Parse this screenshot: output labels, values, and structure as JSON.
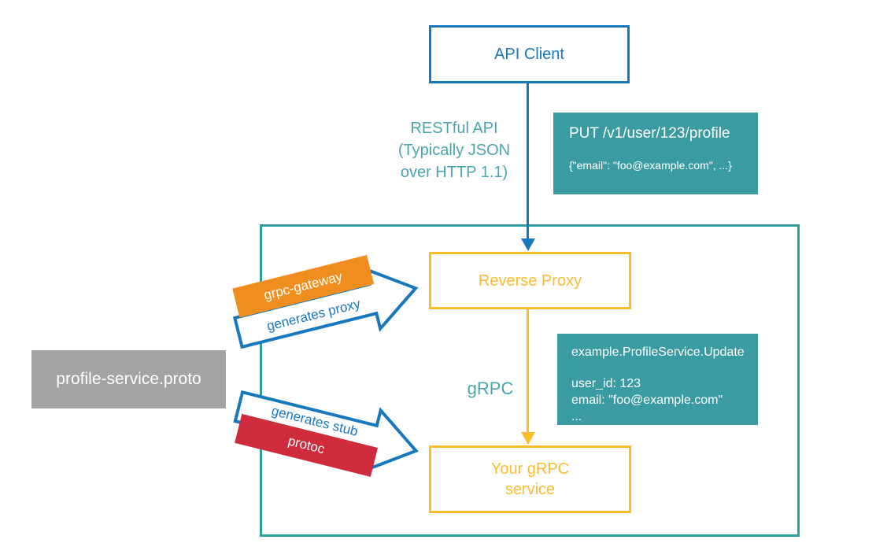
{
  "diagram": {
    "nodes": {
      "api_client": {
        "label": "API Client"
      },
      "reverse_proxy": {
        "label": "Reverse Proxy"
      },
      "your_grpc_service": {
        "lines": [
          "Your gRPC",
          "service"
        ]
      },
      "proto_file": {
        "label": "profile-service.proto"
      }
    },
    "labels": {
      "restful_api": {
        "lines": [
          "RESTful API",
          "(Typically JSON",
          "over HTTP 1.1)"
        ]
      },
      "grpc": "gRPC"
    },
    "messages": {
      "rest_request": {
        "title": "PUT /v1/user/123/profile",
        "body": "{\"email\": \"foo@example.com\", ...}"
      },
      "grpc_request": {
        "title": "example.ProfileService.Update",
        "lines": [
          "user_id: 123",
          "email: \"foo@example.com\"",
          "..."
        ]
      }
    },
    "generators": {
      "gateway": {
        "tool": "grpc-gateway",
        "action": "generates proxy"
      },
      "protoc": {
        "tool": "protoc",
        "action": "generates stub"
      }
    },
    "colors": {
      "blue": "#1878BE",
      "teal_fill": "#3A9CA2",
      "teal_border": "#2F9F9E",
      "teal_text": "#4AA5AE",
      "yellow": "#FBBD2B",
      "orange": "#EF8E1E",
      "red": "#CE2B3C",
      "gray": "#A3A3A3"
    }
  }
}
